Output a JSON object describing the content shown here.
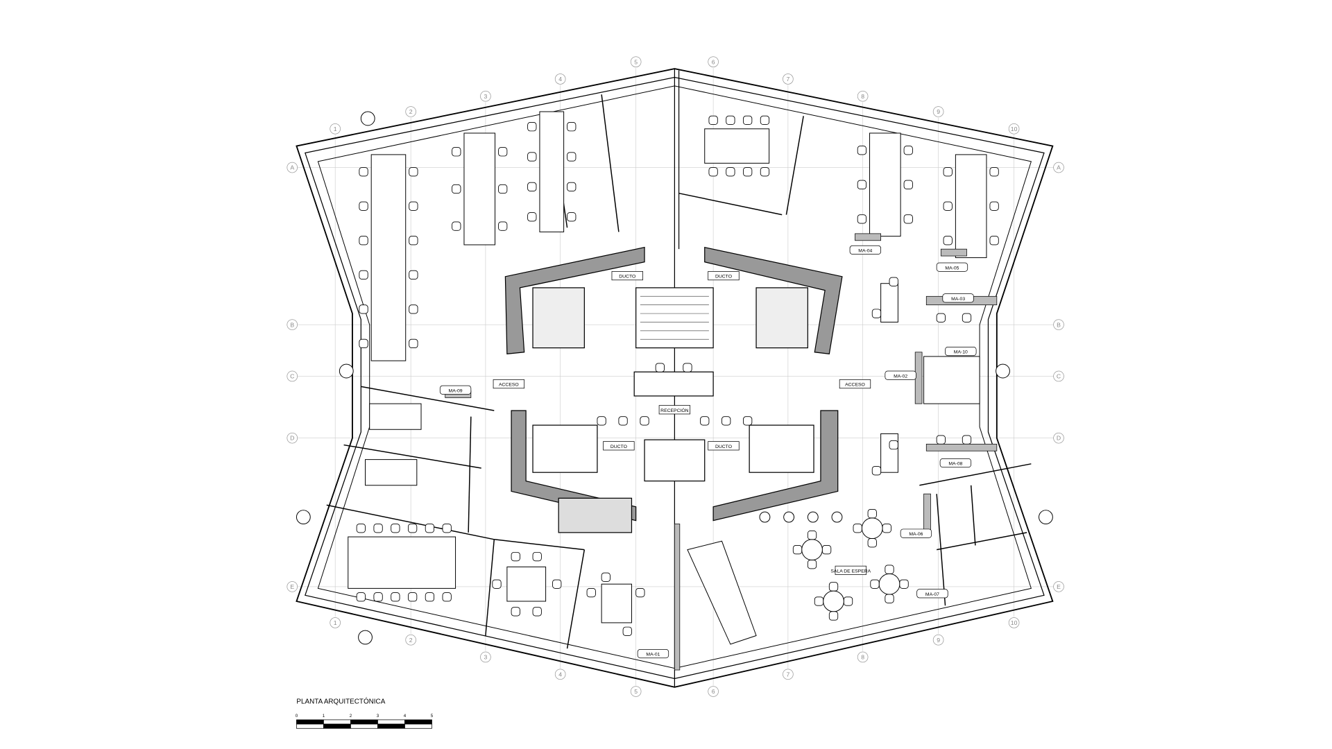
{
  "plan": {
    "title": "PLANTA ARQUITECTÓNICA",
    "scale_ticks": [
      "0",
      "1",
      "2",
      "3",
      "4",
      "5"
    ],
    "grid_columns": [
      "1",
      "2",
      "3",
      "4",
      "5",
      "6",
      "7",
      "8",
      "9",
      "10"
    ],
    "grid_rows": [
      "A",
      "B",
      "C",
      "D",
      "E"
    ],
    "room_labels": {
      "reception": "RECEPCIÓN",
      "access_left": "ACCESO",
      "access_right": "ACCESO",
      "duct_1": "DUCTO",
      "duct_2": "DUCTO",
      "duct_3": "DUCTO",
      "duct_4": "DUCTO",
      "ma_01": "MA-01",
      "ma_02": "MA-02",
      "ma_03": "MA-03",
      "ma_04": "MA-04",
      "ma_05": "MA-05",
      "ma_06": "MA-06",
      "ma_07": "MA-07",
      "ma_08": "MA-08",
      "ma_09": "MA-09",
      "ma_10": "MA-10",
      "sala": "SALA DE ESPERA"
    }
  }
}
